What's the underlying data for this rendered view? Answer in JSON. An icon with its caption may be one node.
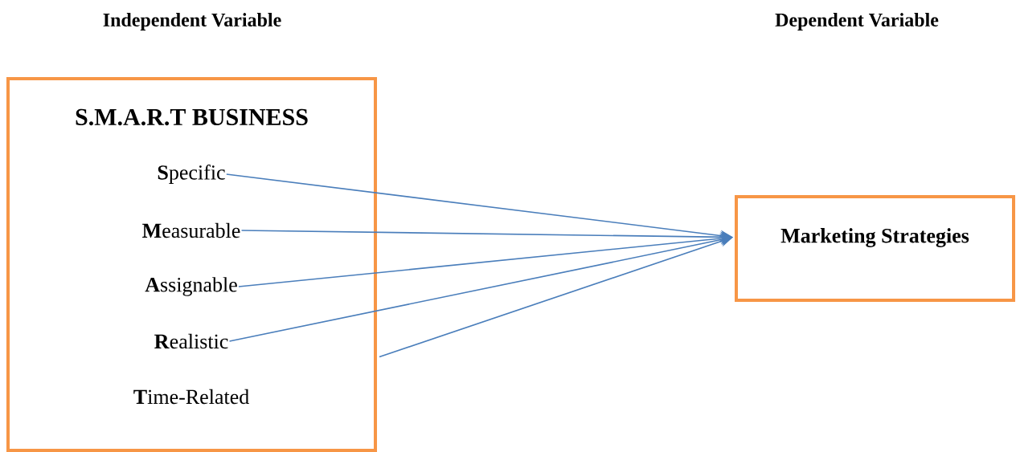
{
  "diagram": {
    "nodes": [
      {
        "text": [
          "S.M.A.R.T BUSINESS"
        ]
      },
      {
        "text": [
          "**S**pecific"
        ],
        "in": 0
      },
      {
        "text": [
          "**M**easurable"
        ],
        "in": 0
      },
      {
        "text": [
          "**A**ssignable"
        ],
        "in": 0
      },
      {
        "text": [
          "**R**ealistic"
        ],
        "in": 0
      },
      {
        "text": [
          "**T**ime-Related"
        ],
        "in": 0
      },
      {
        "text": [
          "Marketing Strategies"
        ]
      }
    ],
    "edges": [
      {
        "from": 1,
        "to": 6,
        "arrow": "to"
      },
      {
        "from": 2,
        "to": 6,
        "arrow": "to"
      },
      {
        "from": 3,
        "to": 6,
        "arrow": "to"
      },
      {
        "from": 4,
        "to": 6,
        "arrow": "to"
      },
      {
        "from": 0,
        "to": 6,
        "arrow": "to"
      }
    ],
    "labels": [
      "Independent Variable",
      "Dependent Variable"
    ]
  }
}
